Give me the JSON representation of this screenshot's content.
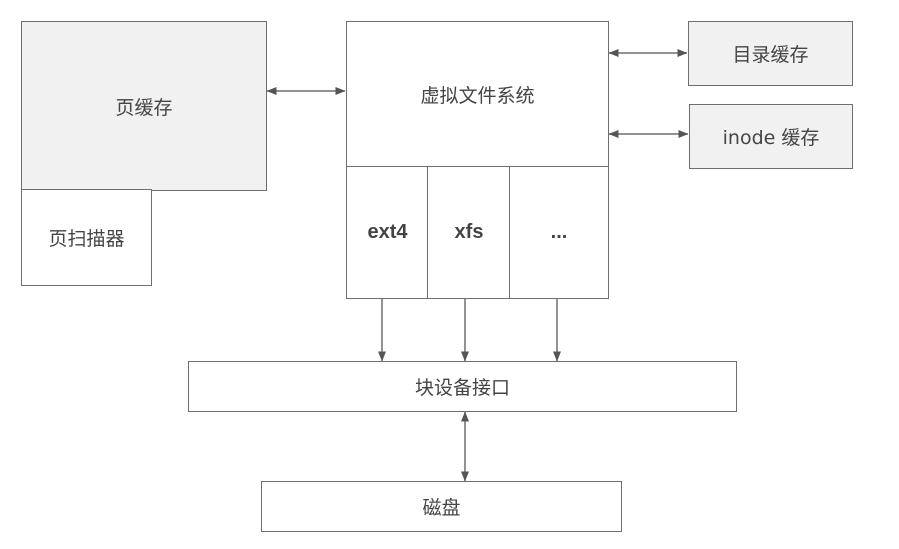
{
  "diagram": {
    "page_cache": {
      "label": "页缓存"
    },
    "page_scanner": {
      "label": "页扫描器"
    },
    "vfs": {
      "label": "虚拟文件系统"
    },
    "filesystems": [
      {
        "label": "ext4"
      },
      {
        "label": "xfs"
      },
      {
        "label": "..."
      }
    ],
    "dentry_cache": {
      "label": "目录缓存"
    },
    "inode_cache": {
      "label": "inode 缓存"
    },
    "block_device_interface": {
      "label": "块设备接口"
    },
    "disk": {
      "label": "磁盘"
    },
    "colors": {
      "line": "#6e6e6e",
      "arrow": "#555555",
      "shaded_fill": "#f1f1f1"
    }
  }
}
